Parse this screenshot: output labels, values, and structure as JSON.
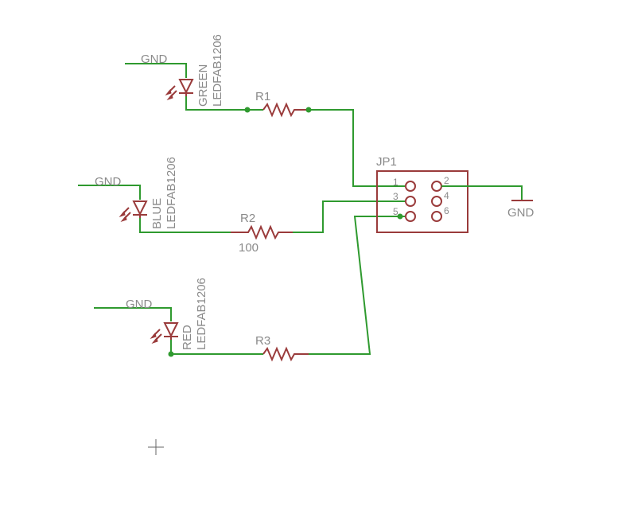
{
  "leds": [
    {
      "name": "GREEN",
      "value": "LEDFAB1206",
      "gnd": "GND"
    },
    {
      "name": "BLUE",
      "value": "LEDFAB1206",
      "gnd": "GND"
    },
    {
      "name": "RED",
      "value": "LEDFAB1206",
      "gnd": "GND"
    }
  ],
  "resistors": [
    {
      "name": "R1",
      "value": ""
    },
    {
      "name": "R2",
      "value": "100"
    },
    {
      "name": "R3",
      "value": ""
    }
  ],
  "header": {
    "name": "JP1",
    "pins": [
      "1",
      "2",
      "3",
      "4",
      "5",
      "6"
    ],
    "gnd": "GND"
  },
  "colors": {
    "wire": "#2f9a2f",
    "part": "#9a3b3b",
    "label": "#8a8a8a"
  }
}
